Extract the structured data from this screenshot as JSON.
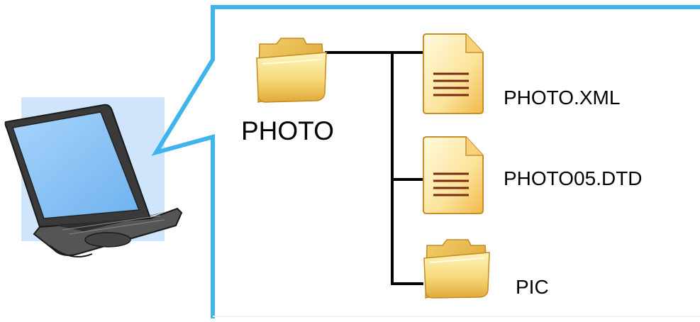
{
  "root": {
    "label": "PHOTO",
    "icon": "folder-icon"
  },
  "children": [
    {
      "label": "PHOTO.XML",
      "icon": "document-icon"
    },
    {
      "label": "PHOTO05.DTD",
      "icon": "document-icon"
    },
    {
      "label": "PIC",
      "icon": "folder-icon"
    }
  ],
  "computer": {
    "icon": "laptop-icon"
  },
  "colors": {
    "callout_border": "#3fb4ec",
    "tree_line": "#000000",
    "folder_fill": "#f5d46a",
    "document_fill": "#fbe9a2",
    "laptop_backdrop": "#cfe5fb",
    "laptop_screen": "#8ec6f6"
  }
}
